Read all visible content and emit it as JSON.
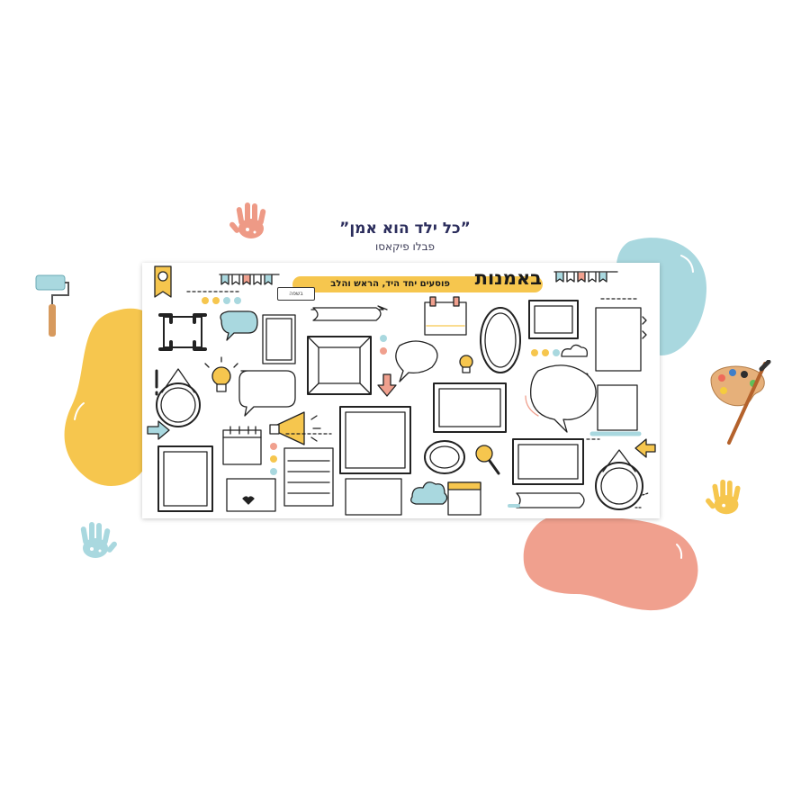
{
  "quote": "”כל ילד הוא אמן”",
  "author": "פבלו פיקאסו",
  "board": {
    "title": "באמנות",
    "subtitle": "פוסעים יחד היד, הראש והלב",
    "name_tag": "בשפה"
  },
  "colors": {
    "yellow": "#f6c64e",
    "blue": "#a9d8df",
    "coral": "#f0a08e",
    "navy": "#2b2d5c",
    "ink": "#222222"
  },
  "decorations": [
    "handprint-coral-icon",
    "handprint-blue-icon",
    "handprint-yellow-icon",
    "paint-roller-icon",
    "paint-palette-icon",
    "lightbulb-icon",
    "megaphone-icon",
    "magnifier-icon",
    "calendar-icon",
    "cloud-icon",
    "speech-bubble-icon",
    "arrow-icon",
    "bunting-flags-icon"
  ]
}
